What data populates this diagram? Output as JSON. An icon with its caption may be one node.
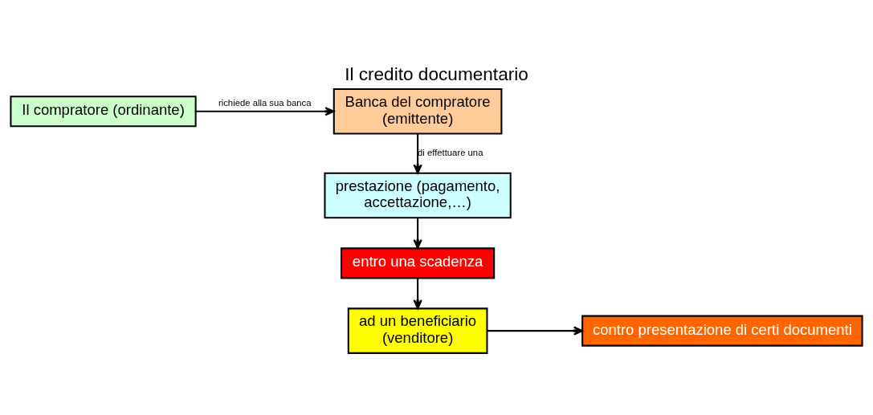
{
  "diagram": {
    "title": "Il credito documentario",
    "nodes": [
      {
        "text": [
          "Il compratore (ordinante)"
        ]
      },
      {
        "text": [
          "Banca del compratore (emittente)"
        ]
      },
      {
        "text": [
          "prestazione (pagamento, accettazione,…)"
        ]
      },
      {
        "text": [
          "entro una scadenza"
        ]
      },
      {
        "text": [
          "ad un beneficiario (venditore)"
        ]
      },
      {
        "text": [
          "contro presentazione di certi documenti"
        ]
      }
    ],
    "edges": [
      {
        "from": 0,
        "to": 1,
        "arrow": "to",
        "label": "richiede alla sua banca"
      },
      {
        "from": 1,
        "to": 2,
        "arrow": "to",
        "label": "di effettuare una"
      },
      {
        "from": 2,
        "to": 3,
        "arrow": "to"
      },
      {
        "from": 3,
        "to": 4,
        "arrow": "to"
      },
      {
        "from": 4,
        "to": 5,
        "arrow": "to"
      }
    ]
  }
}
